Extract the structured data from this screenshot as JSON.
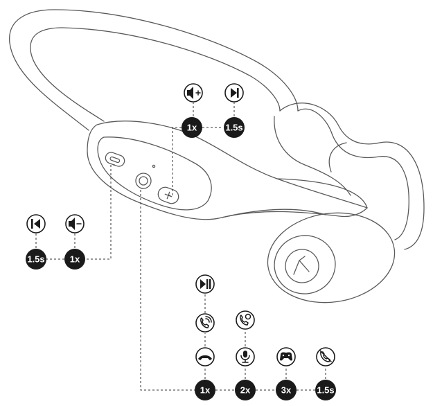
{
  "colors": {
    "badge": "#1a1a1a",
    "badge_text": "#ffffff",
    "line": "#5a5a5a"
  },
  "right_group": {
    "badges": [
      "1x",
      "1.5s"
    ],
    "icons": [
      "volume-up-icon",
      "next-track-icon"
    ]
  },
  "left_group": {
    "badges": [
      "1.5s",
      "1x"
    ],
    "icons": [
      "previous-track-icon",
      "volume-down-icon"
    ]
  },
  "multi_button": {
    "badges": [
      "1x",
      "2x",
      "3x",
      "1.5s"
    ],
    "column_1x_icons": [
      "play-pause-icon",
      "answer-call-icon",
      "end-call-icon"
    ],
    "column_2x_icons": [
      "voice-assistant-icon",
      "microphone-icon"
    ],
    "column_3x_icons": [
      "game-mode-icon"
    ],
    "column_15s_icons": [
      "reject-call-icon"
    ]
  }
}
